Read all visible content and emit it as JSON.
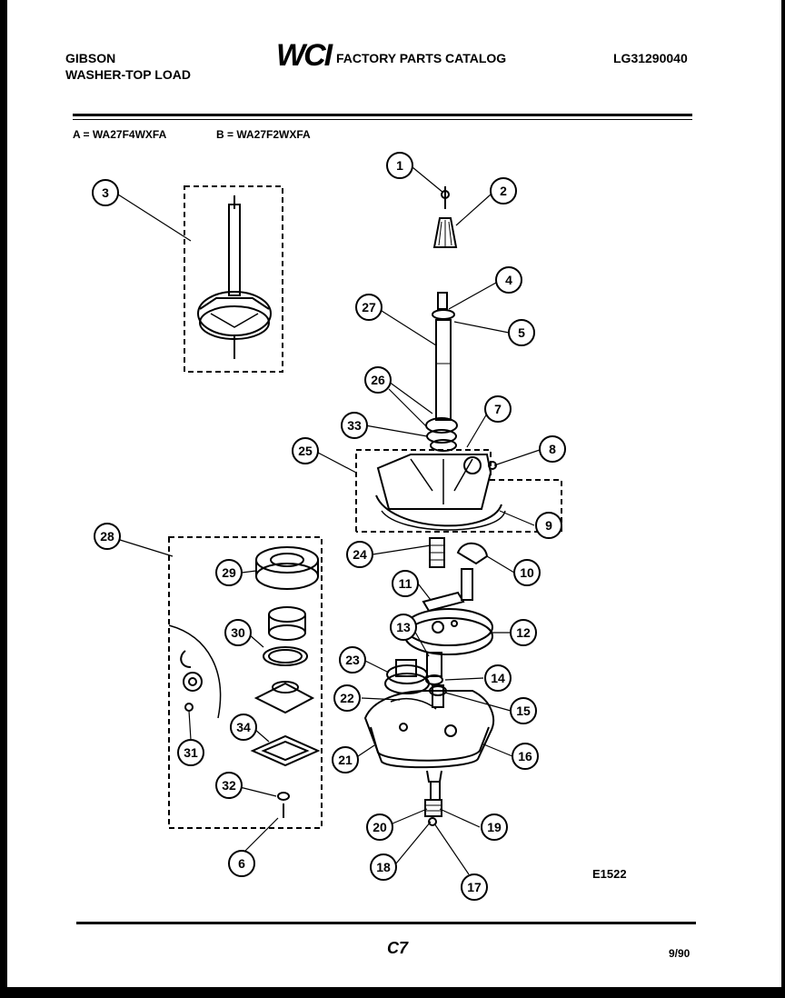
{
  "header": {
    "brand": "GIBSON",
    "product": "WASHER-TOP LOAD",
    "logo_text": "WCI",
    "catalog_title": "FACTORY PARTS CATALOG",
    "catalog_number": "LG31290040"
  },
  "models": {
    "a": "A = WA27F4WXFA",
    "b": "B = WA27F2WXFA"
  },
  "diagram": {
    "callouts": [
      "1",
      "2",
      "3",
      "4",
      "5",
      "6",
      "7",
      "8",
      "9",
      "10",
      "11",
      "12",
      "13",
      "14",
      "15",
      "16",
      "17",
      "18",
      "19",
      "20",
      "21",
      "22",
      "23",
      "24",
      "25",
      "26",
      "27",
      "28",
      "29",
      "30",
      "31",
      "32",
      "33",
      "34"
    ],
    "drawing_code": "E1522"
  },
  "footer": {
    "page": "C7",
    "date": "9/90"
  }
}
